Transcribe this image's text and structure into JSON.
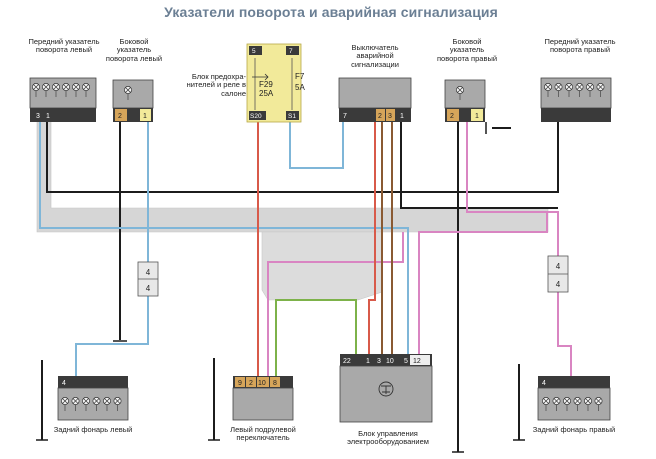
{
  "title": "Указатели поворота и аварийная сигнализация",
  "components": {
    "front_left": {
      "label": "Передний указатель поворота левый",
      "pins": [
        "3",
        "1",
        "",
        "",
        "",
        ""
      ]
    },
    "side_left": {
      "label": "Боковой указатель поворота левый",
      "pins": [
        "2",
        "1"
      ]
    },
    "fuse_block": {
      "label": "Блок предохра-нителей и реле в салоне",
      "fuse_a": "F29",
      "fuse_a_rating": "25A",
      "fuse_b": "F7",
      "fuse_b_rating": "5A",
      "pins": [
        "5",
        "7",
        "S20",
        "S1"
      ]
    },
    "hazard_switch": {
      "label": "Выключатель аварийной сигнализации",
      "pins": [
        "7",
        "2",
        "3",
        "1"
      ]
    },
    "side_right": {
      "label": "Боковой указатель поворота правый",
      "pins": [
        "2",
        "1"
      ]
    },
    "front_right": {
      "label": "Передний указатель поворота правый",
      "pins": [
        "",
        "",
        "",
        "",
        "",
        ""
      ]
    },
    "rear_left": {
      "label": "Задний фонарь левый",
      "pins": [
        "4",
        "",
        "",
        "",
        "",
        ""
      ]
    },
    "left_switch": {
      "label": "Левый подрулевой переключатель",
      "pins": [
        "9",
        "2",
        "10",
        "8"
      ]
    },
    "control_unit": {
      "label": "Блок управления электрооборудованием",
      "pins": [
        "22",
        "1",
        "3",
        "10",
        "5",
        "12"
      ]
    },
    "rear_right": {
      "label": "Задний фонарь правый",
      "pins": [
        "4",
        "",
        "",
        "",
        "",
        ""
      ]
    }
  },
  "connectors": {
    "left": [
      "4",
      "4"
    ],
    "right": [
      "4",
      "4"
    ]
  },
  "wire_colors": {
    "black": "#1c1c1c",
    "blue": "#7fb6d8",
    "pink": "#d985c2",
    "green": "#7db24a",
    "brown": "#8a5a33",
    "red": "#d85a4a",
    "yellow": "#f2ea9a",
    "box_gray": "#a9a9a9",
    "harness": "#d2d2d2"
  }
}
